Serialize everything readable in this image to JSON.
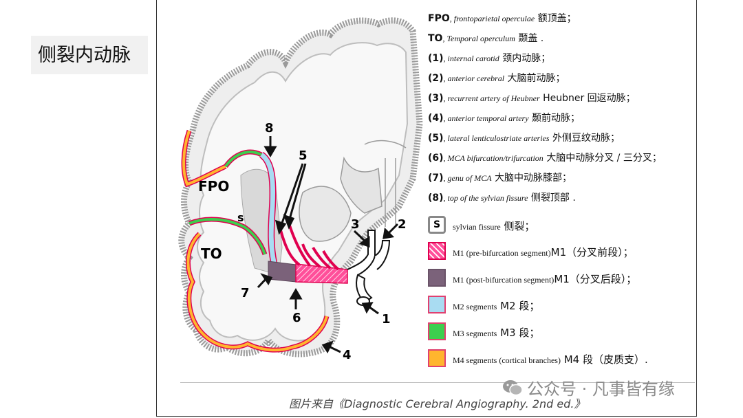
{
  "slide_title": "侧裂内动脉",
  "diagram_labels": {
    "fpo": "FPO",
    "to": "TO",
    "s": "s",
    "n1": "1",
    "n2": "2",
    "n3": "3",
    "n4": "4",
    "n5": "5",
    "n6": "6",
    "n7": "7",
    "n8": "8"
  },
  "legend_text": [
    {
      "key": "FPO",
      "en": ", frontoparietal operculae",
      "cn": " 额顶盖；"
    },
    {
      "key": "TO",
      "en": ", Temporal operculum",
      "cn": " 颞盖 ."
    },
    {
      "key": "(1)",
      "en": ", internal carotid",
      "cn": " 颈内动脉；"
    },
    {
      "key": "(2)",
      "en": ", anterior cerebral",
      "cn": " 大脑前动脉；"
    },
    {
      "key": "(3)",
      "en": ", recurrent artery of Heubner",
      "cn": " Heubner 回返动脉；"
    },
    {
      "key": "(4)",
      "en": ", anterior temporal artery",
      "cn": " 颞前动脉；"
    },
    {
      "key": "(5)",
      "en": ", lateral lenticulostriate arteries",
      "cn": " 外侧豆纹动脉；"
    },
    {
      "key": "(6)",
      "en": ", MCA bifurcation/trifurcation",
      "cn": " 大脑中动脉分叉 / 三分叉；"
    },
    {
      "key": "(7)",
      "en": ", genu of MCA",
      "cn": " 大脑中动脉膝部；"
    },
    {
      "key": "(8)",
      "en": ", top of the sylvian fissure",
      "cn": " 侧裂顶部 ."
    }
  ],
  "legend_swatches": [
    {
      "symbol": "S",
      "en": "sylvian fissure",
      "cn": " 侧裂；",
      "fill": "#ffffff",
      "border": "#888888"
    },
    {
      "symbol": "",
      "en": "M1 (pre-bifurcation segment)",
      "cn": "M1（分叉前段）；",
      "fill": "#ff4f9a",
      "border": "#e0004f"
    },
    {
      "symbol": "",
      "en": "M1 (post-bifurcation segment)",
      "cn": "M1（分叉后段）；",
      "fill": "#7b627a",
      "border": "#6a5368"
    },
    {
      "symbol": "",
      "en": "M2 segments",
      "cn": " M2 段；",
      "fill": "#a9dcf2",
      "border": "#e04070"
    },
    {
      "symbol": "",
      "en": "M3 segments",
      "cn": " M3 段；",
      "fill": "#3ccf4e",
      "border": "#e04070"
    },
    {
      "symbol": "",
      "en": "M4 segments (cortical branches)",
      "cn": " M4 段（皮质支）.",
      "fill": "#ffb52e",
      "border": "#e04070"
    }
  ],
  "caption": "图片来自《Diagnostic Cerebral Angiography. 2nd ed.》",
  "watermark": "公众号 · 凡事皆有缘",
  "colors": {
    "m1_pre": "#ff4f9a",
    "m1_post": "#7b627a",
    "m2": "#a9dcf2",
    "m3": "#3ccf4e",
    "m4": "#ffb52e",
    "vessel_border": "#e0004f",
    "cortex": "#d8d8d8"
  }
}
